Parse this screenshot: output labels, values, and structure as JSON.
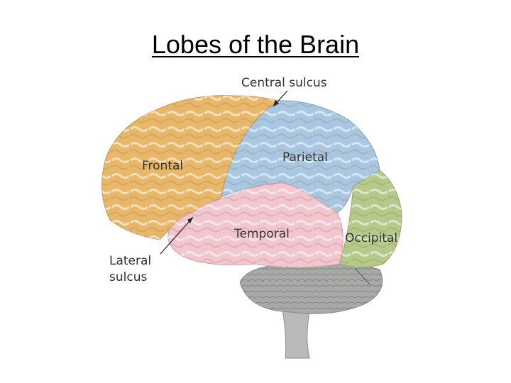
{
  "title": "Lobes of the Brain",
  "labels": {
    "central_sulcus": "Central sulcus",
    "frontal": "Frontal",
    "parietal": "Parietal",
    "temporal": "Temporal",
    "occipital": "Occipital",
    "lateral_sulcus_line1": "Lateral",
    "lateral_sulcus_line2": "sulcus"
  },
  "colors": {
    "frontal": "#e8b76a",
    "parietal": "#a9c7e0",
    "temporal": "#f2c6cf",
    "occipital": "#b4c98a",
    "cerebellum": "#a7a9a7",
    "brainstem": "#b9bbb8"
  }
}
